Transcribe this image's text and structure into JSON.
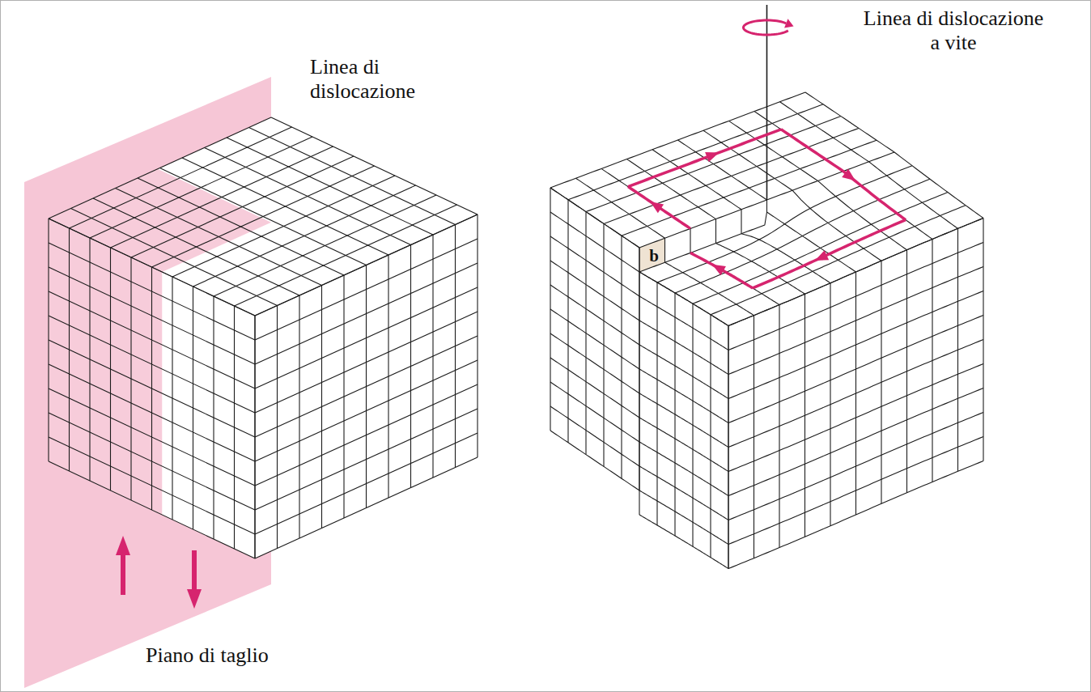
{
  "diagram": {
    "labels": [
      "Linea di dislocazione",
      "Linea di dislocazione a vite",
      "b",
      "Piano di taglio"
    ]
  }
}
